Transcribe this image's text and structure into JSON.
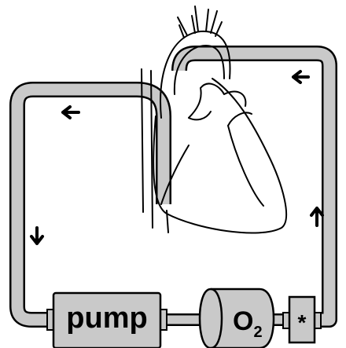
{
  "labels": {
    "pump": "pump",
    "oxygenator_main": "O",
    "oxygenator_sub": "2",
    "filter": "*"
  },
  "colors": {
    "tube_fill": "#c9c9c9",
    "outline": "#000000",
    "background": "#ffffff"
  },
  "icons": {
    "arrow_top_left": "left-arrow-icon",
    "arrow_top_right": "left-arrow-icon",
    "arrow_left_side": "down-arrow-icon",
    "arrow_right_side": "up-arrow-icon"
  }
}
